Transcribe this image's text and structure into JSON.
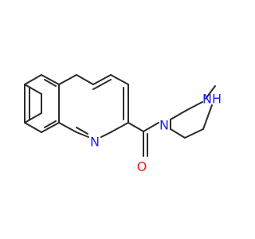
{
  "structure": {
    "atoms": {
      "quinoline_n": "N",
      "carbonyl_o": "O",
      "piperazine_n1": "N",
      "piperazine_nh": "NH"
    },
    "colors": {
      "bond": "#2b2b2b",
      "nitrogen": "#1f22ee",
      "oxygen": "#ee1a1a"
    }
  }
}
